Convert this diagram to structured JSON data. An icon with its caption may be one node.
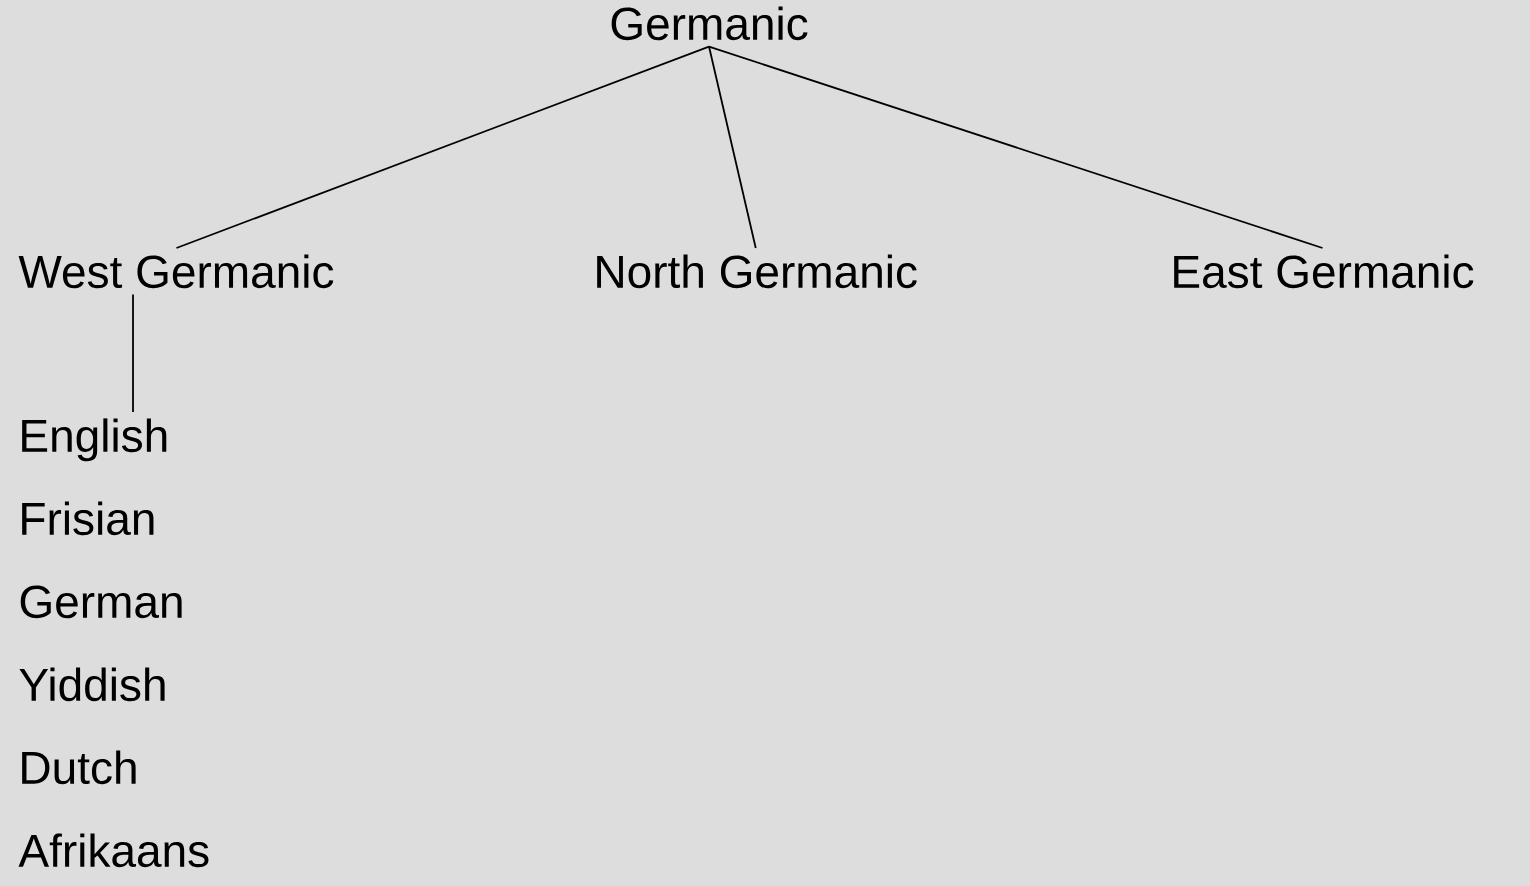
{
  "diagram": {
    "nodes": [
      {
        "text": [
          "Germanic"
        ]
      },
      {
        "text": [
          "West Germanic"
        ]
      },
      {
        "text": [
          "North Germanic"
        ]
      },
      {
        "text": [
          "East Germanic"
        ]
      },
      {
        "text": [
          "English",
          "Frisian",
          "German",
          "Yiddish",
          "Dutch",
          "Afrikaans"
        ]
      }
    ],
    "edges": [
      {
        "from": 0,
        "to": 1,
        "arrow": "none"
      },
      {
        "from": 0,
        "to": 2,
        "arrow": "none"
      },
      {
        "from": 0,
        "to": 3,
        "arrow": "none"
      },
      {
        "from": 1,
        "to": 4,
        "arrow": "none"
      }
    ]
  }
}
